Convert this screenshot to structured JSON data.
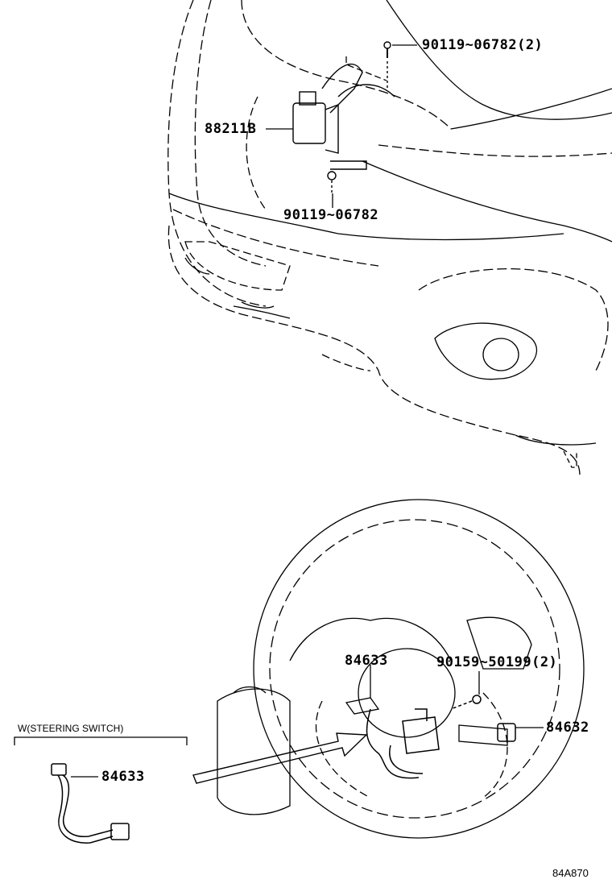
{
  "diagram": {
    "parts": {
      "bolt_top": "90119~06782(2)",
      "sensor": "88211B",
      "bolt_mid": "90119~06782",
      "wire_steering": "84633",
      "screw": "90159~50199(2)",
      "switch": "84632",
      "wire_inset": "84633"
    },
    "inset_title": "W(STEERING SWITCH)",
    "figure_code": "84A870"
  }
}
